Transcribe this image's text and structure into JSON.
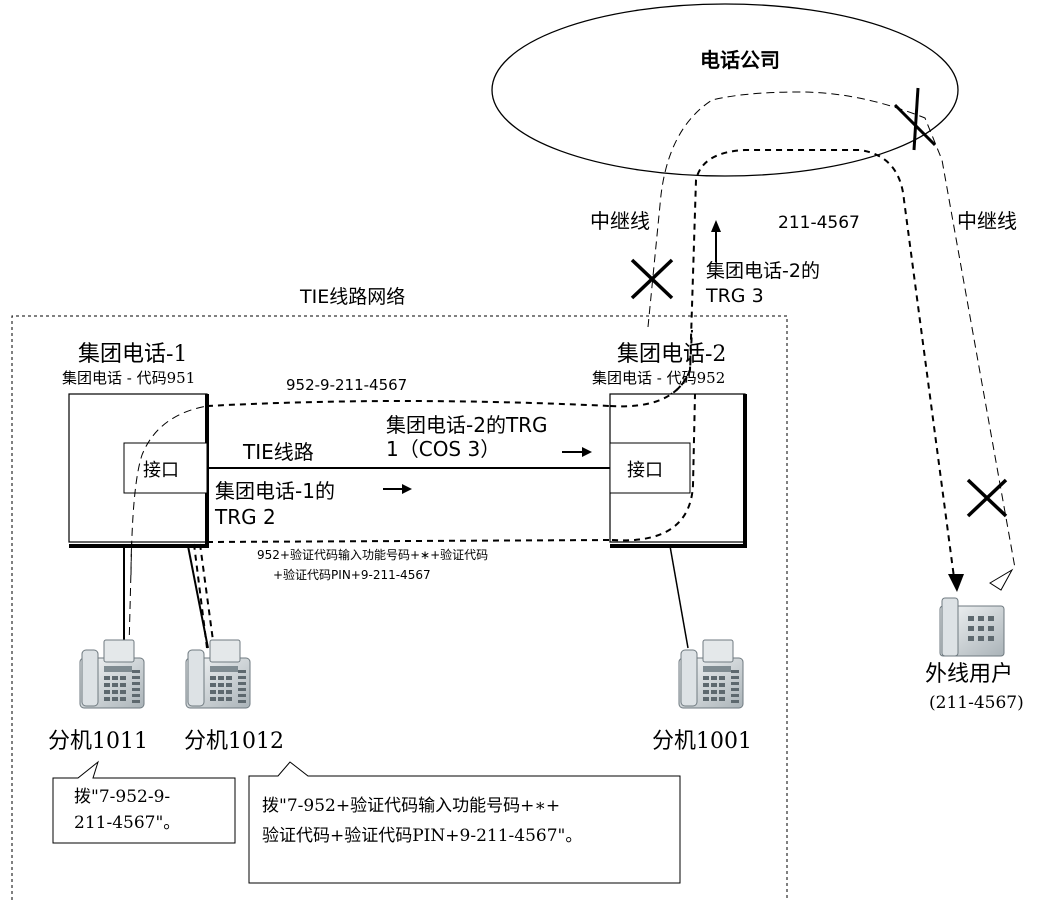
{
  "cloud": {
    "label": "电话公司"
  },
  "trunk_label_left": "中继线",
  "trunk_label_right": "中继线",
  "dialed_number": "211-4567",
  "trg3_label": {
    "line1": "集团电话-2的",
    "line2": "TRG 3"
  },
  "network_label": "TIE线路网络",
  "pbx1": {
    "title": "集团电话-1",
    "code": "集团电话 - 代码951",
    "interface": "接口"
  },
  "pbx2": {
    "title": "集团电话-2",
    "code": "集团电话 - 代码952",
    "interface": "接口"
  },
  "route_top": "952-9-211-4567",
  "tie_line_label": "TIE线路",
  "trg1_label": {
    "line1": "集团电话-2的TRG",
    "line2": "1（COS 3）"
  },
  "trg2_label": {
    "line1": "集团电话-1的",
    "line2": "TRG 2"
  },
  "route_bottom": {
    "line1": "952+验证代码输入功能号码+∗+验证代码",
    "line2": "+验证代码PIN+9-211-4567"
  },
  "extensions": [
    {
      "label": "分机1011"
    },
    {
      "label": "分机1012"
    },
    {
      "label": "分机1001"
    }
  ],
  "outside_party": {
    "label": "外线用户",
    "number": "(211-4567)"
  },
  "callouts": [
    {
      "line1": "拨\"7-952-9-",
      "line2": "211-4567\"。"
    },
    {
      "line1": "拨\"7-952+验证代码输入功能号码+∗+",
      "line2": "验证代码+验证代码PIN+9-211-4567\"。"
    }
  ]
}
